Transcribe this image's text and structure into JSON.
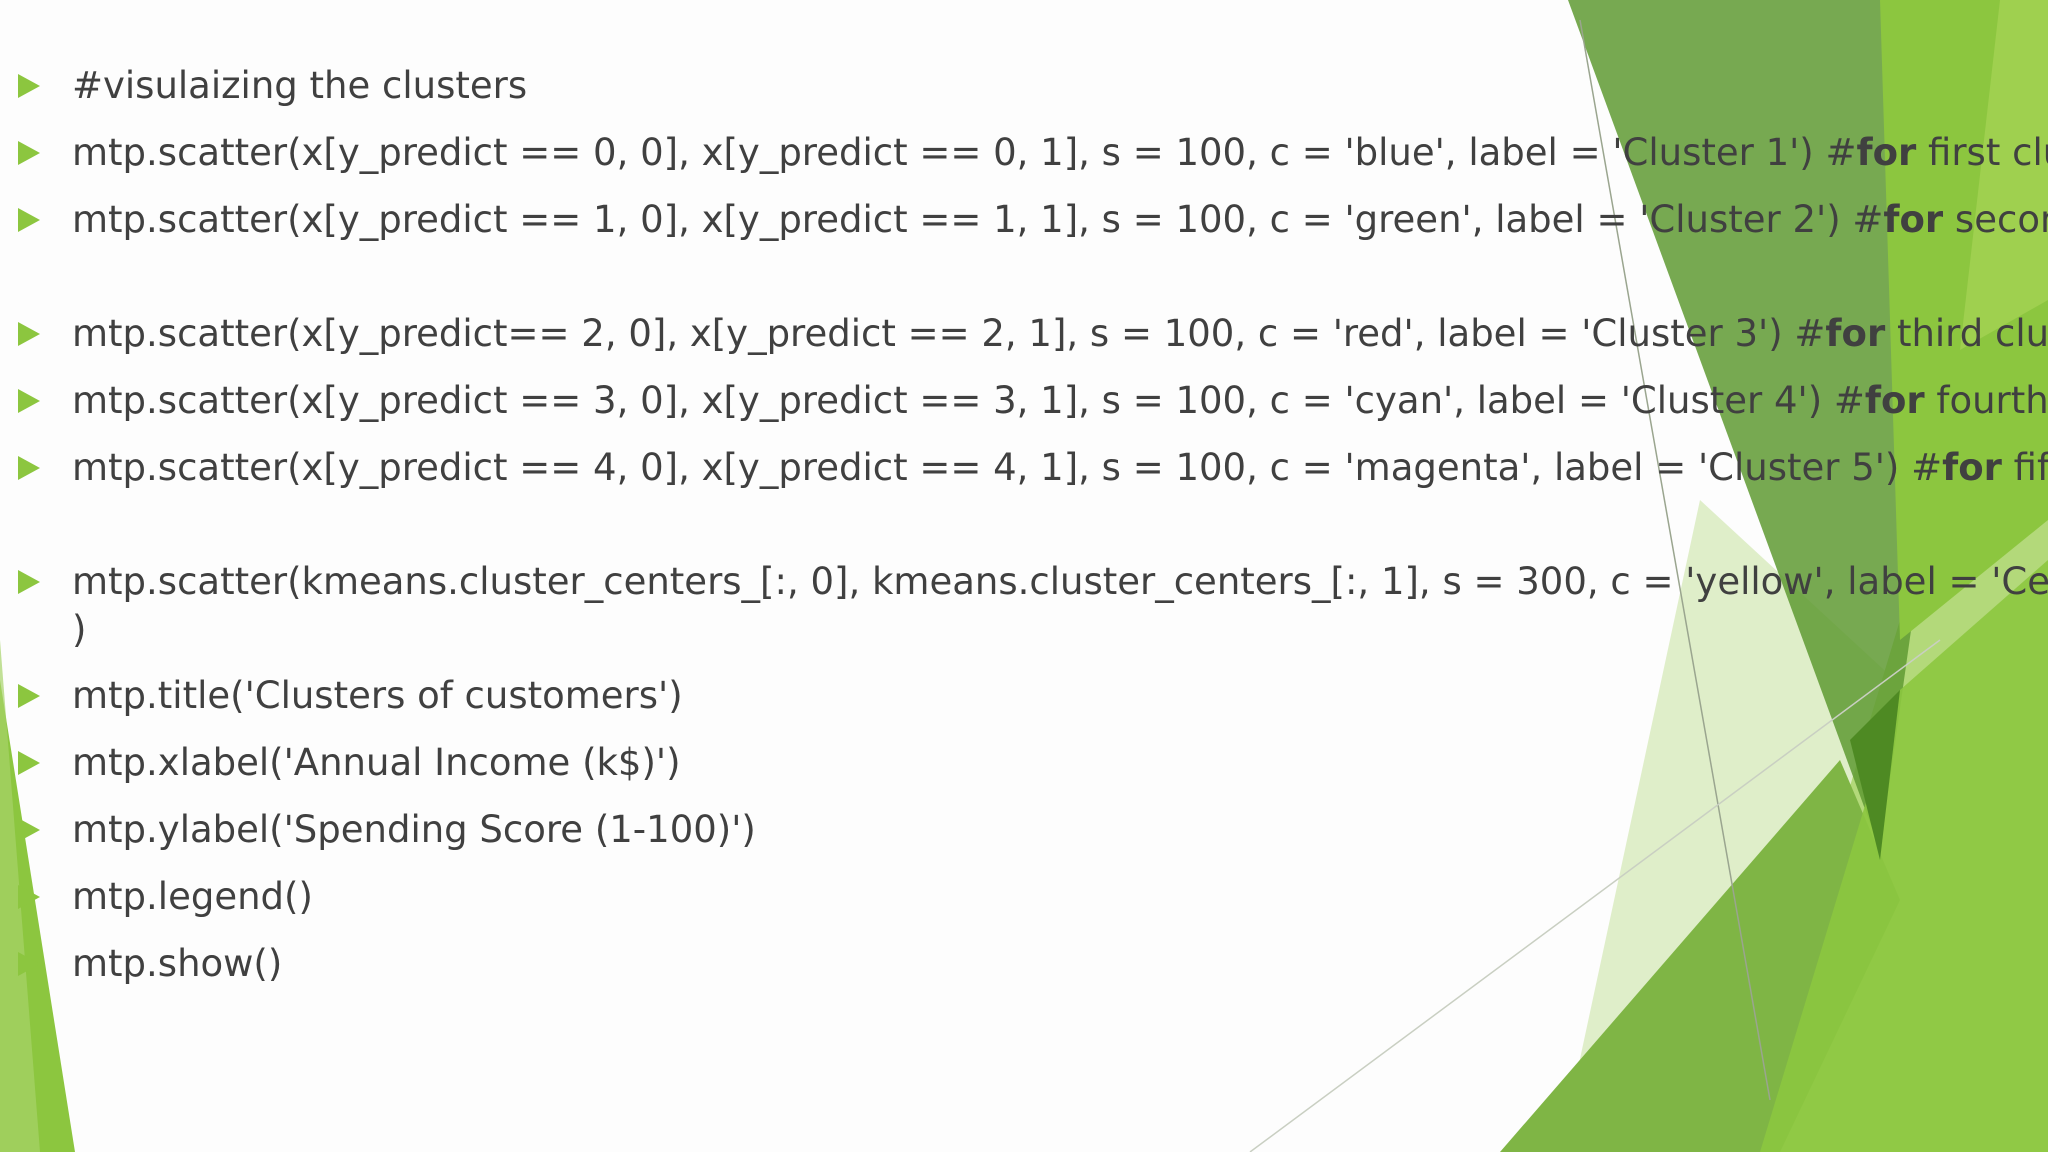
{
  "slide": {
    "lines": [
      {
        "code": "#visulaizing the clusters",
        "kw": "",
        "comment": ""
      },
      {
        "code": "mtp.scatter(x[y_predict == 0, 0], x[y_predict == 0, 1], s = 100, c = 'blue', label = 'Cluster 1') #",
        "kw": "for",
        "comment": " first cluster"
      },
      {
        "code": "mtp.scatter(x[y_predict == 1, 0], x[y_predict == 1, 1], s = 100, c = 'green', label = 'Cluster 2') #",
        "kw": "for",
        "comment": " second cluster"
      },
      {
        "code": "mtp.scatter(x[y_predict== 2, 0], x[y_predict == 2, 1], s = 100, c = 'red', label = 'Cluster 3') #",
        "kw": "for",
        "comment": " third cluster"
      },
      {
        "code": "mtp.scatter(x[y_predict == 3, 0], x[y_predict == 3, 1], s = 100, c = 'cyan', label = 'Cluster 4') #",
        "kw": "for",
        "comment": " fourth cluster"
      },
      {
        "code": "mtp.scatter(x[y_predict == 4, 0], x[y_predict == 4, 1], s = 100, c = 'magenta', label = 'Cluster 5') #",
        "kw": "for",
        "comment": " fifth cluster"
      },
      {
        "code": "mtp.scatter(kmeans.cluster_centers_[:, 0], kmeans.cluster_centers_[:, 1], s = 300, c = 'yellow', label = 'Centroid'",
        "kw": "",
        "comment": "",
        "continuation": ")"
      },
      {
        "code": "mtp.title('Clusters of customers')",
        "kw": "",
        "comment": ""
      },
      {
        "code": "mtp.xlabel('Annual Income (k$)')",
        "kw": "",
        "comment": ""
      },
      {
        "code": "mtp.ylabel('Spending Score (1-100)')",
        "kw": "",
        "comment": ""
      },
      {
        "code": "mtp.legend()",
        "kw": "",
        "comment": ""
      },
      {
        "code": "mtp.show()",
        "kw": "",
        "comment": ""
      }
    ]
  },
  "colors": {
    "text": "#404040",
    "bullet": "#8cc63f",
    "accent_dark": "#5a8f2a",
    "accent_light": "#a8d46a"
  }
}
